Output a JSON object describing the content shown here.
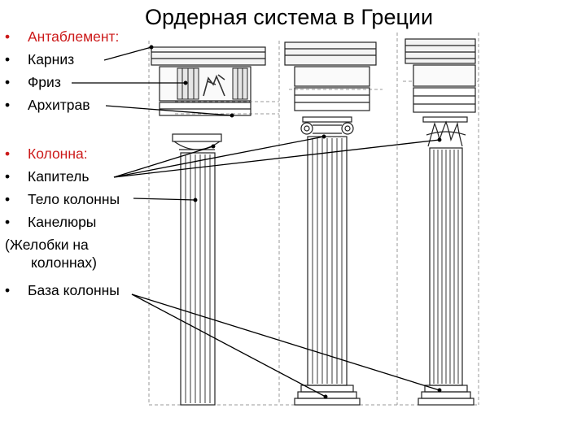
{
  "title": "Ордерная система в Греции",
  "bullet_glyph": "•",
  "list": [
    {
      "label": "Антаблемент:",
      "color": "#cc1a1a"
    },
    {
      "label": "Карниз"
    },
    {
      "label": "Фриз"
    },
    {
      "label": "Архитрав"
    },
    {
      "label": "Колонна:",
      "color": "#cc1a1a"
    },
    {
      "label": "Капитель"
    },
    {
      "label": "Тело колонны"
    },
    {
      "label": "Канелюры"
    },
    {
      "label": "База колонны"
    }
  ],
  "note": {
    "line1": "(Желобки на",
    "line2": "колоннах)"
  }
}
